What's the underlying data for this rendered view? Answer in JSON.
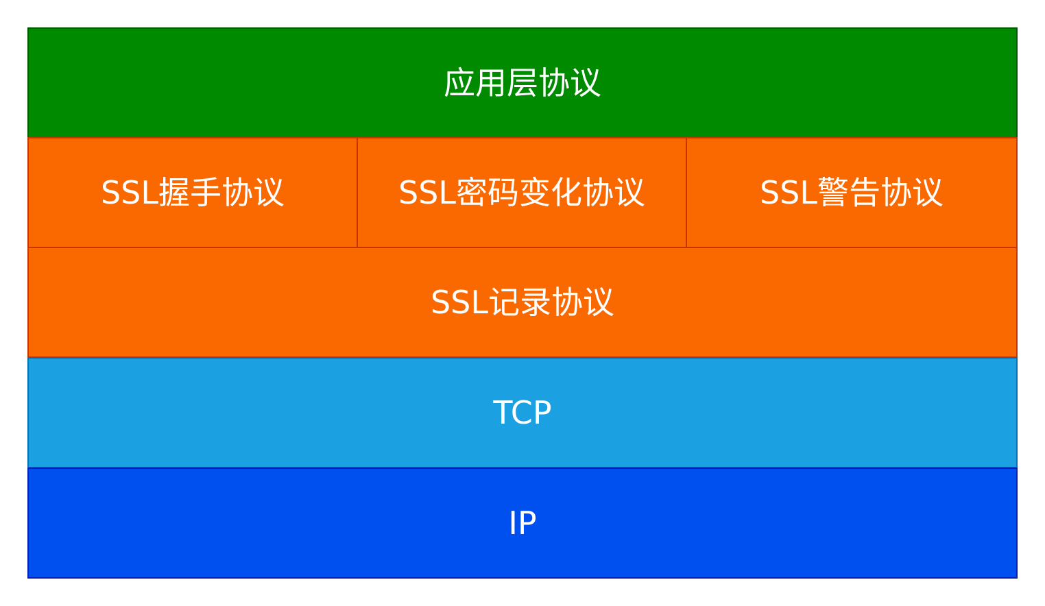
{
  "diagram": {
    "layers": [
      {
        "label": "应用层协议",
        "fill": "#008a00",
        "stroke": "#005700"
      },
      {
        "cells": [
          {
            "label": "SSL握手协议",
            "fill": "#fa6800",
            "stroke": "#c73500"
          },
          {
            "label": "SSL密码变化协议",
            "fill": "#fa6800",
            "stroke": "#c73500"
          },
          {
            "label": "SSL警告协议",
            "fill": "#fa6800",
            "stroke": "#c73500"
          }
        ]
      },
      {
        "label": "SSL记录协议",
        "fill": "#fa6800",
        "stroke": "#c73500"
      },
      {
        "label": "TCP",
        "fill": "#1ba1e2",
        "stroke": "#006eaf"
      },
      {
        "label": "IP",
        "fill": "#0050ef",
        "stroke": "#001dbc"
      }
    ]
  }
}
